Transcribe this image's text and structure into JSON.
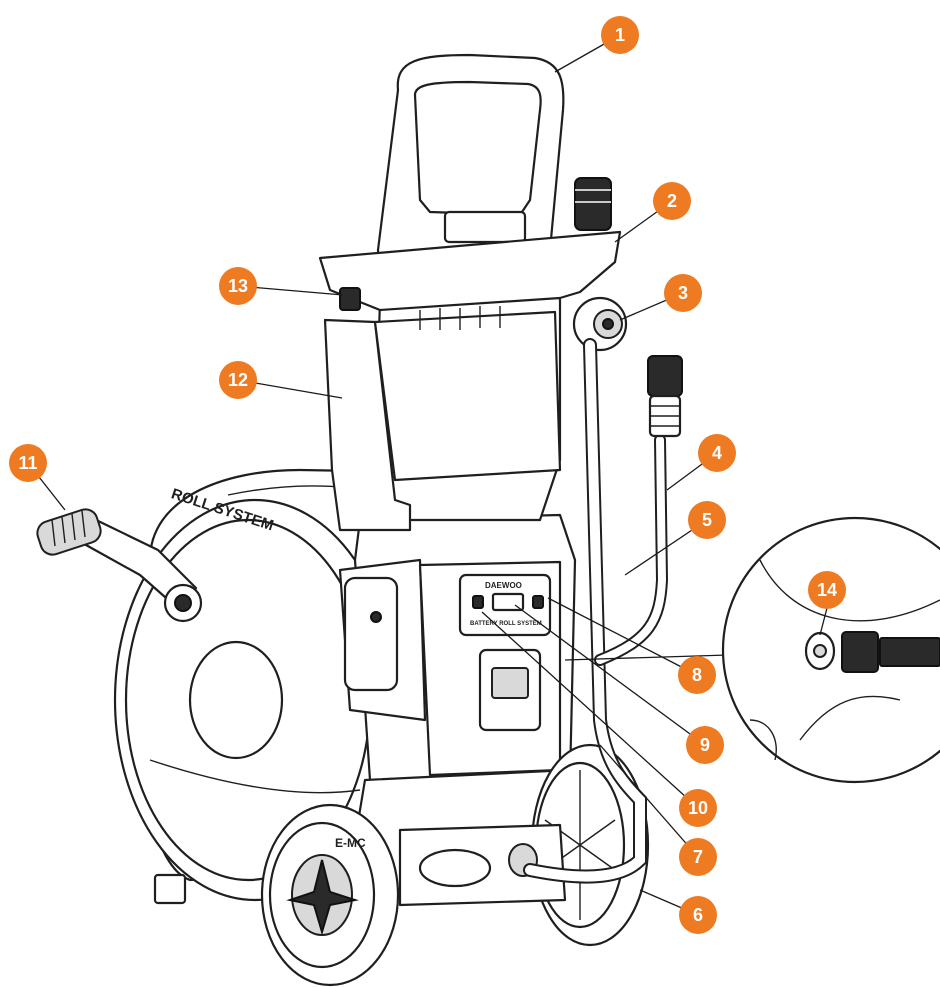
{
  "colors": {
    "callout": "#ee7a22",
    "callout_text": "#ffffff",
    "line": "#1f1f1f",
    "background": "#ffffff"
  },
  "product": {
    "reel_text": "ROLL SYSTEM",
    "brand_text": "DAEWOO",
    "panel_text": "BATTERY ROLL SYSTEM",
    "motor_text": "E-MC"
  },
  "callouts": [
    {
      "number": "1"
    },
    {
      "number": "2"
    },
    {
      "number": "3"
    },
    {
      "number": "4"
    },
    {
      "number": "5"
    },
    {
      "number": "6"
    },
    {
      "number": "7"
    },
    {
      "number": "8"
    },
    {
      "number": "9"
    },
    {
      "number": "10"
    },
    {
      "number": "11"
    },
    {
      "number": "12"
    },
    {
      "number": "13"
    },
    {
      "number": "14"
    }
  ]
}
